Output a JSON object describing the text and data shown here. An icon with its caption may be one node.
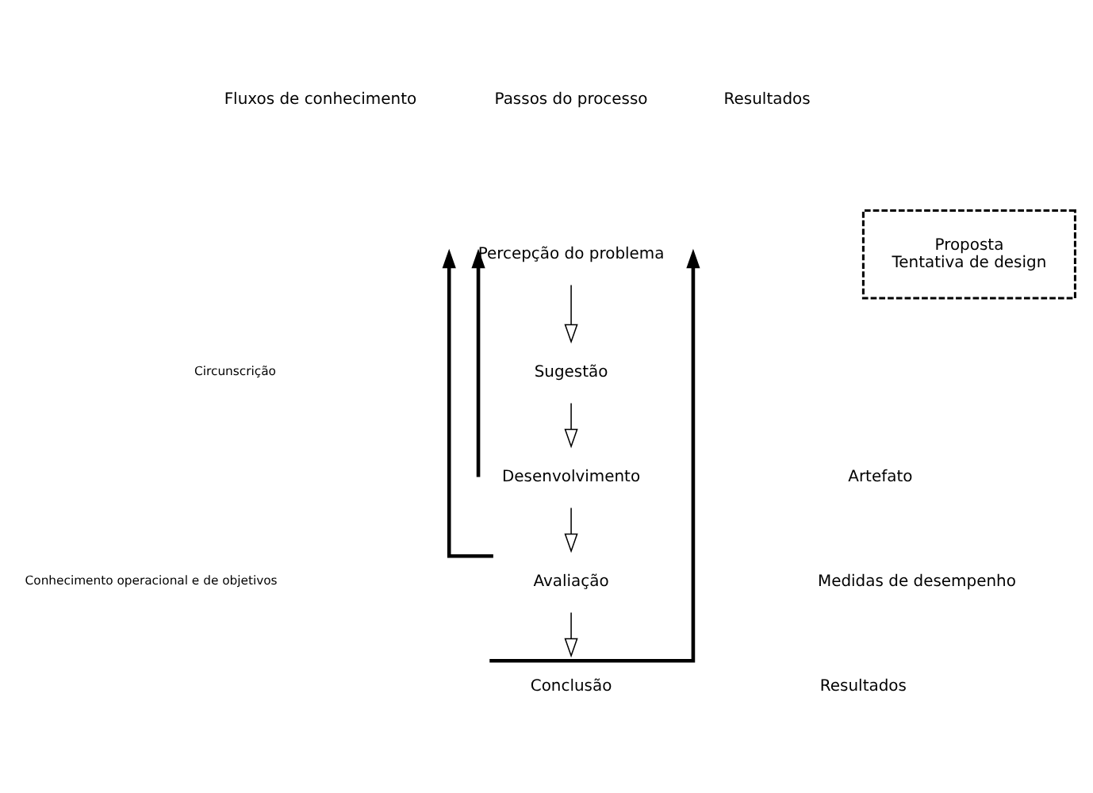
{
  "diagram": {
    "nodes": [
      {
        "text": [
          "Percepção do problema"
        ]
      },
      {
        "text": [
          "Sugestão"
        ]
      },
      {
        "text": [
          "Desenvolvimento"
        ]
      },
      {
        "text": [
          "Avaliação"
        ]
      },
      {
        "text": [
          "Conclusão"
        ]
      },
      {
        "text": [
          "Proposta",
          "Tentativa de design"
        ]
      }
    ],
    "edges": [
      {
        "from": 0,
        "to": 1,
        "arrow": "to"
      },
      {
        "from": 1,
        "to": 2,
        "arrow": "to"
      },
      {
        "from": 2,
        "to": 3,
        "arrow": "to"
      },
      {
        "from": 3,
        "to": 4,
        "arrow": "to"
      },
      {
        "from": 2,
        "to": 0,
        "arrow": "to",
        "style": "thick"
      },
      {
        "from": 3,
        "to": 0,
        "arrow": "to",
        "style": "thick"
      },
      {
        "from": 4,
        "to": 0,
        "arrow": "to",
        "style": "thick"
      }
    ],
    "labels": [
      "Fluxos de conhecimento",
      "Passos do processo",
      "Resultados",
      "Circunscrição",
      "Artefato",
      "Medidas de desempenho",
      "Conhecimento operacional e de objetivos",
      "Resultados"
    ]
  }
}
